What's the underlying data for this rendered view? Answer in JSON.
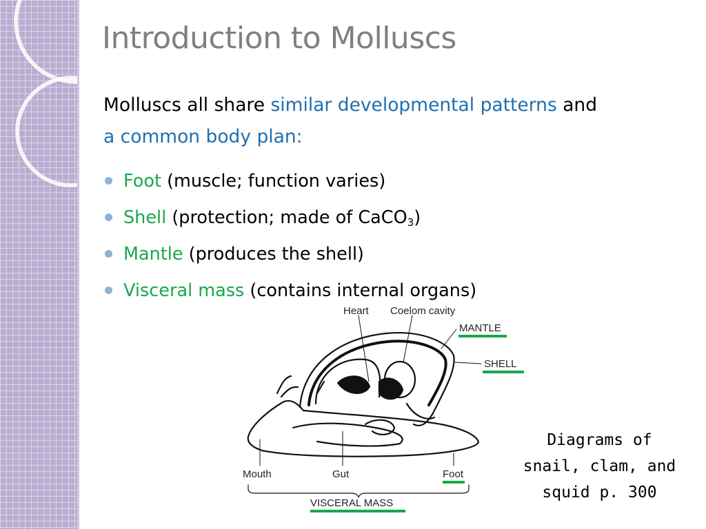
{
  "title": "Introduction to Molluscs",
  "intro": {
    "text1": "Molluscs all share ",
    "highlight1": "similar developmental patterns",
    "text2": " and",
    "highlight2": "a common body plan:"
  },
  "bullets": [
    {
      "term": "Foot",
      "desc": " (muscle; function varies)"
    },
    {
      "term": "Shell",
      "desc": " (protection; made of CaCO",
      "sub": "3",
      "tail": ")"
    },
    {
      "term": "Mantle",
      "desc": " (produces the shell)"
    },
    {
      "term": "Visceral mass",
      "desc": " (contains internal organs)"
    }
  ],
  "diagram": {
    "labels": {
      "heart": "Heart",
      "coelom": "Coelom cavity",
      "mantle": "MANTLE",
      "shell": "SHELL",
      "mouth": "Mouth",
      "gut": "Gut",
      "foot": "Foot",
      "visceral_mass": "VISCERAL MASS"
    }
  },
  "caption": {
    "line1": "Diagrams of",
    "line2": "snail, clam, and",
    "line3": "squid p. 300"
  },
  "colors": {
    "title": "#7f7f7f",
    "highlight_blue": "#1f6fb0",
    "term_green": "#18a84a",
    "bullet": "#8ab4d8",
    "sidebar": "#b9aed1"
  }
}
